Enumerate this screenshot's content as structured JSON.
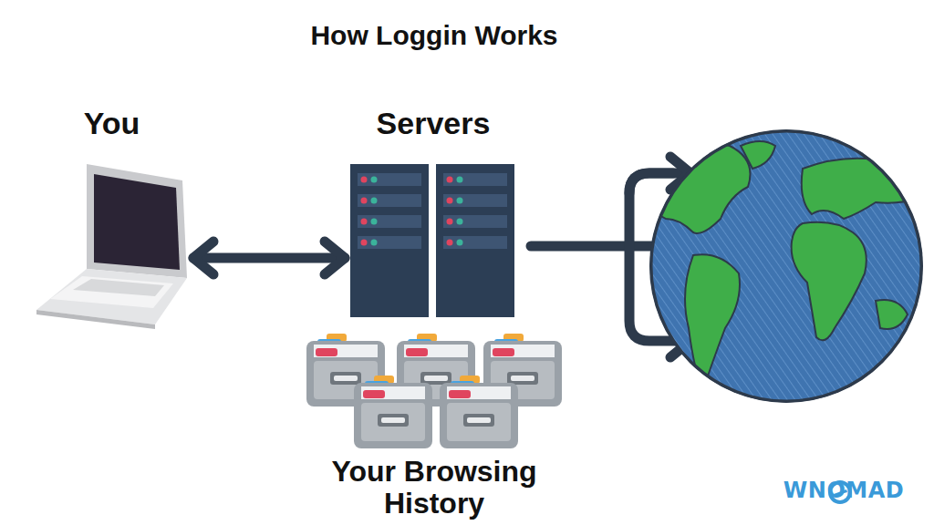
{
  "diagram": {
    "title": "How Loggin Works",
    "nodes": [
      {
        "text": [
          "You"
        ]
      },
      {
        "text": [
          "Servers"
        ]
      }
    ],
    "edges": [
      {
        "from": 0,
        "to": 1,
        "arrow": "both"
      }
    ],
    "labels": [
      "Your Browsing History",
      "WNOMAD"
    ]
  }
}
